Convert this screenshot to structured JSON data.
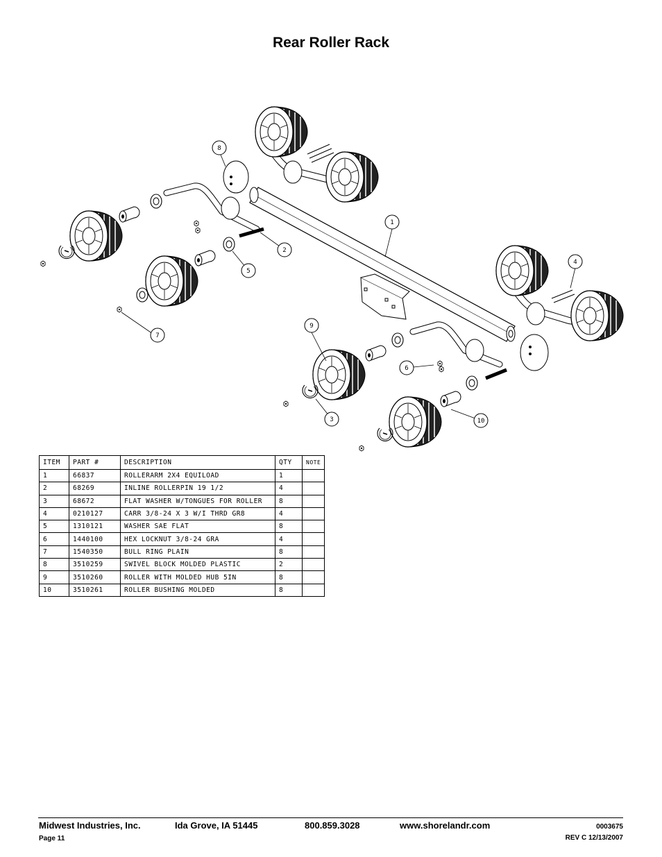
{
  "title": "Rear Roller Rack",
  "callouts": [
    "1",
    "2",
    "3",
    "4",
    "5",
    "6",
    "7",
    "8",
    "9",
    "10"
  ],
  "table": {
    "headers": [
      "ITEM",
      "PART #",
      "DESCRIPTION",
      "QTY",
      "NOTE"
    ],
    "rows": [
      {
        "item": "1",
        "part": "66837",
        "desc": "ROLLERARM  2X4 EQUILOAD",
        "qty": "1",
        "note": ""
      },
      {
        "item": "2",
        "part": "68269",
        "desc": "INLINE ROLLERPIN 19 1/2",
        "qty": "4",
        "note": ""
      },
      {
        "item": "3",
        "part": "68672",
        "desc": "FLAT WASHER W/TONGUES FOR ROLLER",
        "qty": "8",
        "note": ""
      },
      {
        "item": "4",
        "part": "0210127",
        "desc": "CARR 3/8-24 X 3 W/I THRD GR8",
        "qty": "4",
        "note": ""
      },
      {
        "item": "5",
        "part": "1310121",
        "desc": "WASHER SAE FLAT",
        "qty": "8",
        "note": ""
      },
      {
        "item": "6",
        "part": "1440100",
        "desc": "HEX LOCKNUT 3/8-24 GRA",
        "qty": "4",
        "note": ""
      },
      {
        "item": "7",
        "part": "1540350",
        "desc": "BULL RING PLAIN",
        "qty": "8",
        "note": ""
      },
      {
        "item": "8",
        "part": "3510259",
        "desc": "SWIVEL BLOCK MOLDED PLASTIC",
        "qty": "2",
        "note": ""
      },
      {
        "item": "9",
        "part": "3510260",
        "desc": "ROLLER WITH MOLDED HUB  5IN",
        "qty": "8",
        "note": ""
      },
      {
        "item": "10",
        "part": "3510261",
        "desc": "ROLLER BUSHING MOLDED",
        "qty": "8",
        "note": ""
      }
    ]
  },
  "footer": {
    "company": "Midwest Industries, Inc.",
    "location": "Ida Grove, IA  51445",
    "phone": "800.859.3028",
    "website": "www.shorelandr.com",
    "doc_number": "0003675",
    "page": "Page 11",
    "revision": "REV C  12/13/2007"
  }
}
